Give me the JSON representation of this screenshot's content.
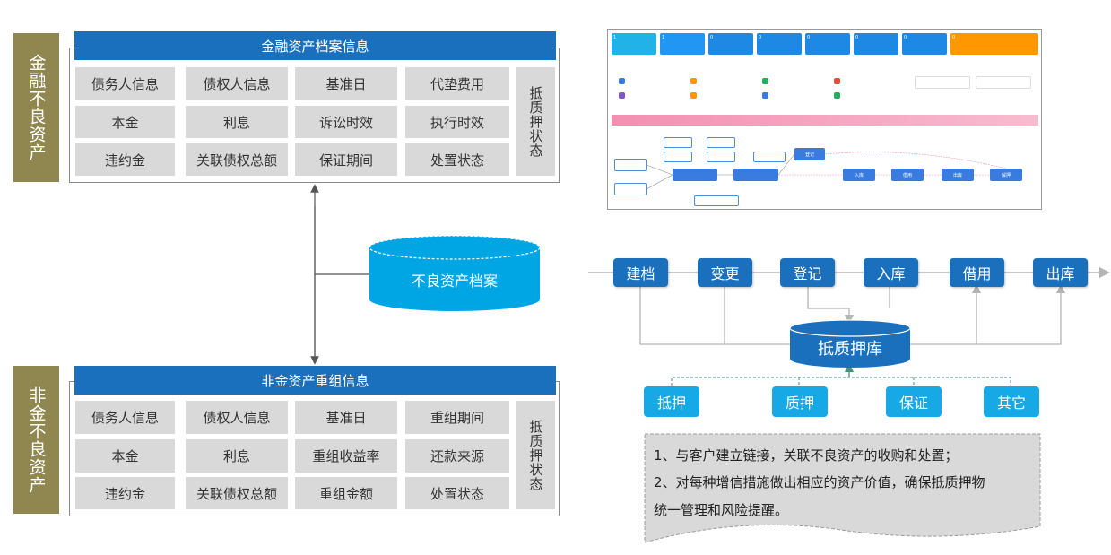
{
  "finance": {
    "side_label": "金融不良资产",
    "title": "金融资产档案信息",
    "rows": [
      [
        "债务人信息",
        "债权人信息",
        "基准日",
        "代垫费用"
      ],
      [
        "本金",
        "利息",
        "诉讼时效",
        "执行时效"
      ],
      [
        "违约金",
        "关联债权总额",
        "保证期间",
        "处置状态"
      ]
    ],
    "status": "抵质押状态"
  },
  "nonfinance": {
    "side_label": "非金不良资产",
    "title": "非金资产重组信息",
    "rows": [
      [
        "债务人信息",
        "债权人信息",
        "基准日",
        "重组期间"
      ],
      [
        "本金",
        "利息",
        "重组收益率",
        "还款来源"
      ],
      [
        "违约金",
        "关联债权总额",
        "重组金额",
        "处置状态"
      ]
    ],
    "status": "抵质押状态"
  },
  "archive_db": {
    "label": "不良资产档案"
  },
  "flow": {
    "steps": [
      "建档",
      "变更",
      "登记",
      "入库",
      "借用",
      "出库"
    ],
    "warehouse": "抵质押库",
    "collateral": [
      "抵押",
      "质押",
      "保证",
      "其它"
    ]
  },
  "notes": [
    "1、与客户建立链接，关联不良资产的收购和处置；",
    "2、对每种增信措施做出相应的资产价值，确保抵质押物",
    "统一管理和风险提醒。"
  ],
  "screenshot": {
    "kpis": [
      "1",
      "1",
      "0",
      "0",
      "0",
      "0",
      "0",
      "0"
    ],
    "kpi_colors": [
      "#21b3e8",
      "#2196f3",
      "#1e88e5",
      "#1e88e5",
      "#1e88e5",
      "#1e88e5",
      "#1e88e5",
      "#ff9800"
    ],
    "flow_boxes": [
      "登记",
      "入库",
      "借用",
      "出库",
      "解押"
    ]
  },
  "colors": {
    "side": "#8f8650",
    "header": "#1a70bd",
    "cell": "#d9d9d9",
    "db": "#00a6e4",
    "flow_box": "#1a70bd",
    "collateral": "#16a9e6",
    "note_bg": "#d9d9d9"
  }
}
